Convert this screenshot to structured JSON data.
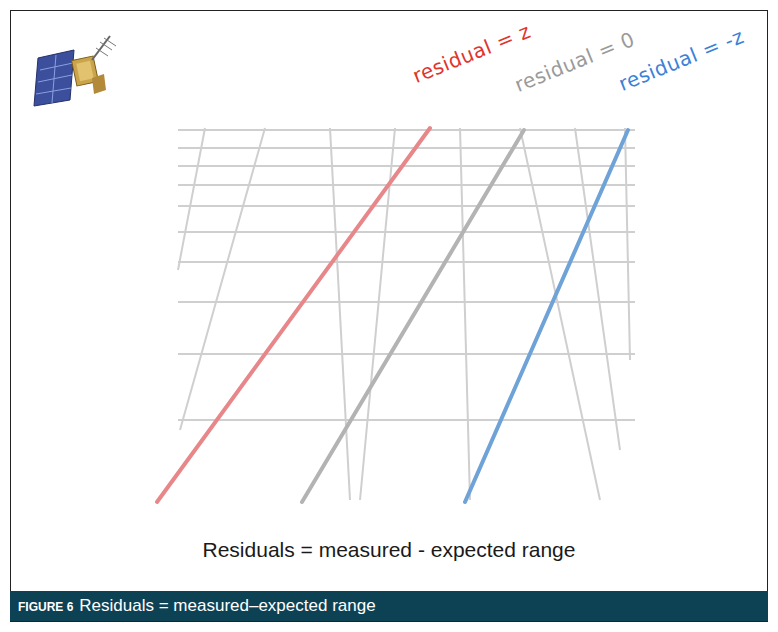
{
  "diagram": {
    "caption": "Residuals = measured–expected range",
    "labels": [
      "residual = z",
      "residual = 0",
      "residual = -z",
      "Residuals = measured - expected range",
      "FIGURE 6"
    ]
  }
}
